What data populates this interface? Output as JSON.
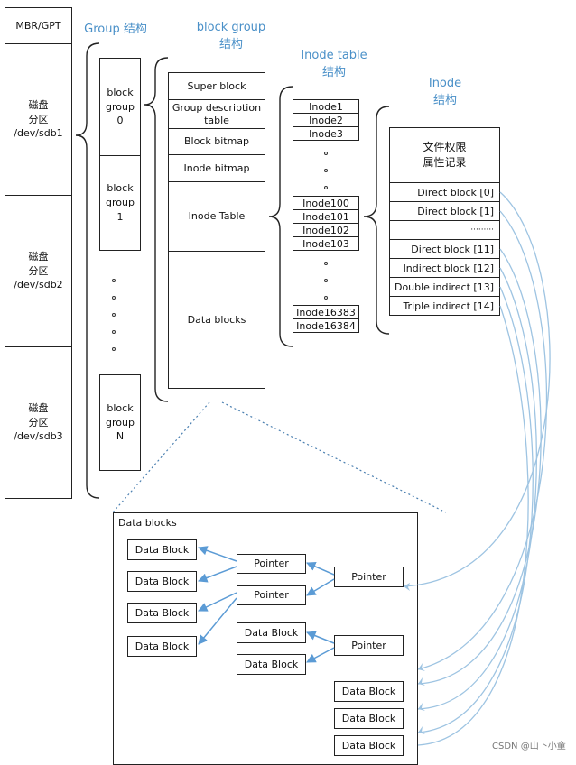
{
  "headers": {
    "group": "Group 结构",
    "block_group": "block group\n结构",
    "inode_table": "Inode table\n结构",
    "inode": "Inode\n结构"
  },
  "disk": {
    "mbr": "MBR/GPT",
    "partitions": [
      "磁盘\n分区\n/dev/sdb1",
      "磁盘\n分区\n/dev/sdb2",
      "磁盘\n分区\n/dev/sdb3"
    ]
  },
  "groups": [
    "block\ngroup\n0",
    "block\ngroup\n1",
    "block\ngroup\nN"
  ],
  "block_group_parts": [
    "Super block",
    "Group description\ntable",
    "Block bitmap",
    "Inode bitmap",
    "Inode Table",
    "Data blocks"
  ],
  "inode_table": {
    "first": [
      "Inode1",
      "Inode2",
      "Inode3"
    ],
    "middle": [
      "Inode100",
      "Inode101",
      "Inode102",
      "Inode103"
    ],
    "last": [
      "Inode16383",
      "Inode16384"
    ]
  },
  "inode": {
    "title": "文件权限\n属性记录",
    "rows": [
      "Direct block [0]",
      "Direct block [1]",
      "·········",
      "Direct block [11]",
      "Indirect block [12]",
      "Double indirect [13]",
      "Triple indirect [14]"
    ]
  },
  "data_blocks_panel": {
    "title": "Data blocks",
    "block_label": "Data Block",
    "pointer_label": "Pointer"
  },
  "watermark": "CSDN @山下小童"
}
